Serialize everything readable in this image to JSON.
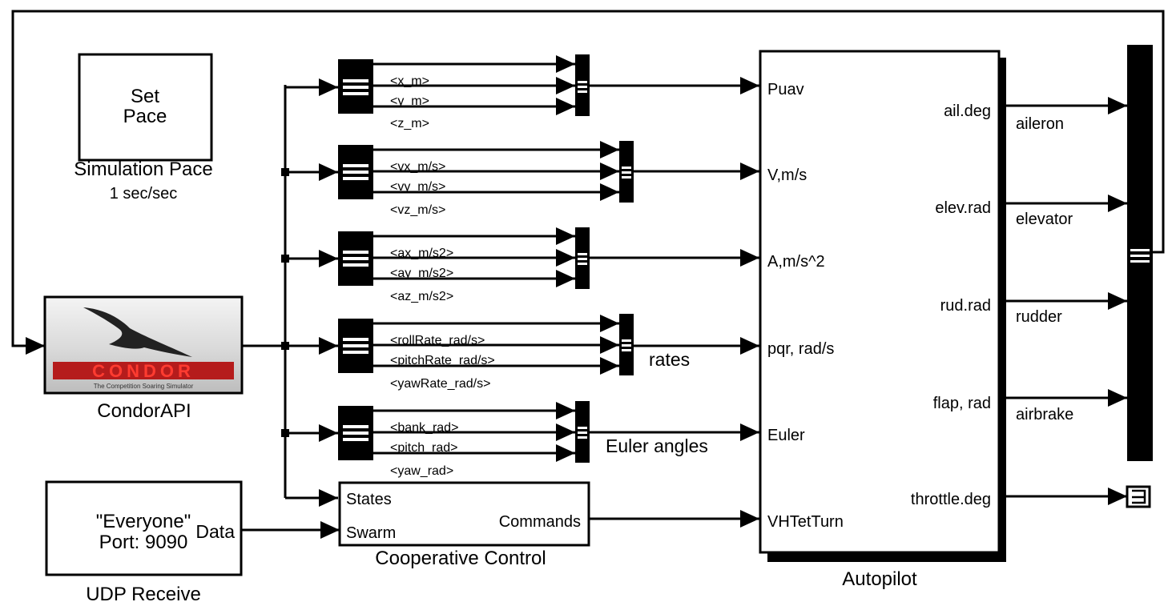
{
  "set_pace": {
    "block_text": [
      "Set",
      "Pace"
    ],
    "caption": "Simulation Pace",
    "subcaption": "1 sec/sec"
  },
  "condor": {
    "logo_text": "CONDOR",
    "logo_tagline": "The Competition Soaring Simulator",
    "caption": "CondorAPI"
  },
  "udp": {
    "block_text": [
      "\"Everyone\"",
      "Port: 9090"
    ],
    "port_label": "Data",
    "caption": "UDP Receive"
  },
  "selectors": [
    {
      "signals": [
        "<x_m>",
        "<y_m>",
        "<z_m>"
      ]
    },
    {
      "signals": [
        "<vx_m/s>",
        "<vy_m/s>",
        "<vz_m/s>"
      ]
    },
    {
      "signals": [
        "<ax_m/s2>",
        "<ay_m/s2>",
        "<az_m/s2>"
      ]
    },
    {
      "signals": [
        "<rollRate_rad/s>",
        "<pitchRate_rad/s>",
        "<yawRate_rad/s>"
      ]
    },
    {
      "signals": [
        "<bank_rad>",
        "<pitch_rad>",
        "<yaw_rad>"
      ]
    }
  ],
  "signal_labels": {
    "rates": "rates",
    "euler": "Euler angles"
  },
  "coop": {
    "inputs": [
      "States",
      "Swarm"
    ],
    "output": "Commands",
    "caption": "Cooperative Control"
  },
  "autopilot": {
    "inputs": [
      "Puav",
      "V,m/s",
      "A,m/s^2",
      "pqr, rad/s",
      "Euler",
      "VHTetTurn"
    ],
    "outputs": [
      "ail.deg",
      "elev.rad",
      "rud.rad",
      "flap, rad",
      "throttle.deg"
    ],
    "caption": "Autopilot"
  },
  "output_signals": [
    "aileron",
    "elevator",
    "rudder",
    "airbrake"
  ]
}
